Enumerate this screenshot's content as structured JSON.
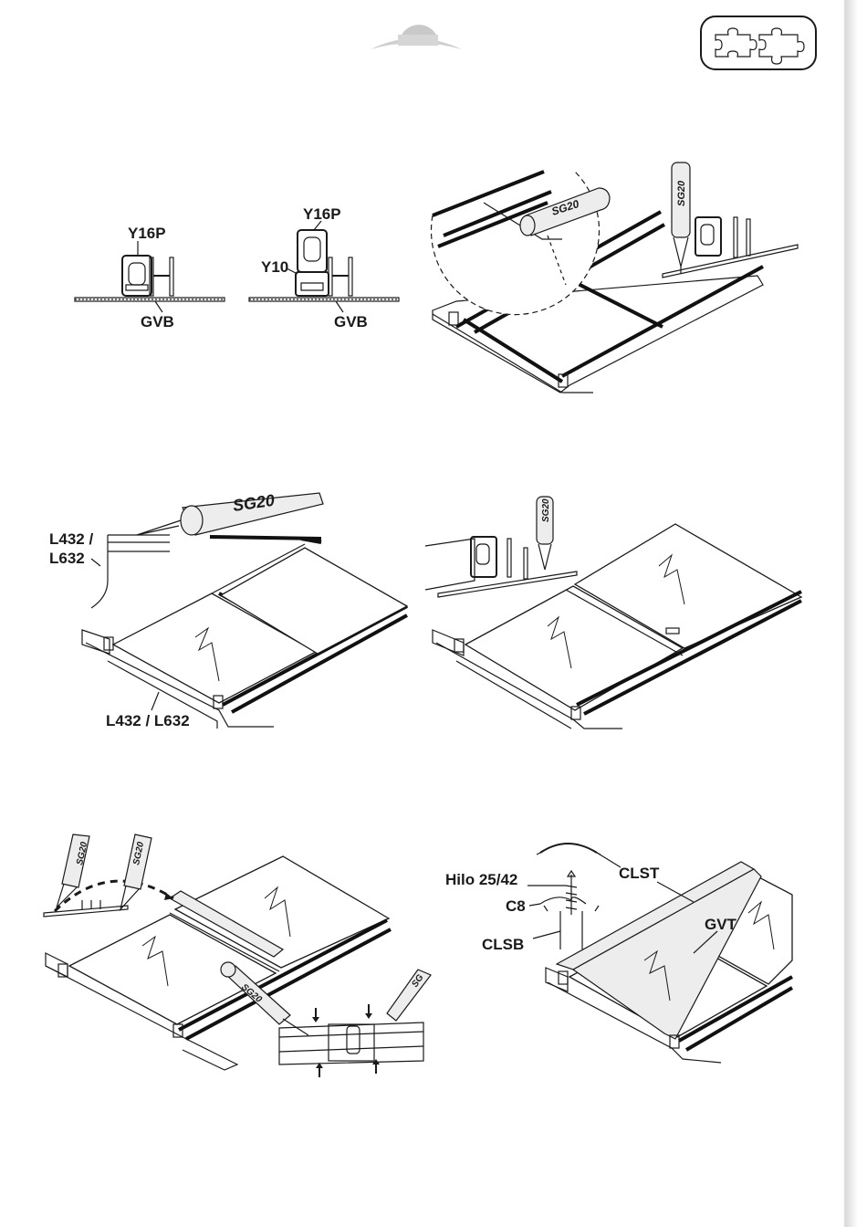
{
  "panel1": {
    "profile_a": {
      "top_label": "Y16P",
      "bottom_label": "GVB"
    },
    "profile_b": {
      "top_label": "Y16P",
      "side_label": "Y10",
      "bottom_label": "GVB"
    }
  },
  "panel2": {
    "tube_label": "SG20",
    "tube_label_2": "SG20"
  },
  "panel3": {
    "tube_label": "SG20",
    "side_label_line1": "L432 /",
    "side_label_line2": "L632",
    "bottom_label": "L432 / L632"
  },
  "panel4": {
    "tube_label": "SG20"
  },
  "panel5": {
    "tube_label_1": "SG20",
    "tube_label_2": "SG20",
    "tube_label_3": "SG20",
    "tube_label_4": "SG"
  },
  "panel6": {
    "label_screw": "Hilo 25/42",
    "label_clip": "C8",
    "label_base": "CLSB",
    "label_cap": "CLST",
    "label_bar": "GVT"
  },
  "icons": [
    "logo-arc-icon",
    "puzzle-icon"
  ]
}
